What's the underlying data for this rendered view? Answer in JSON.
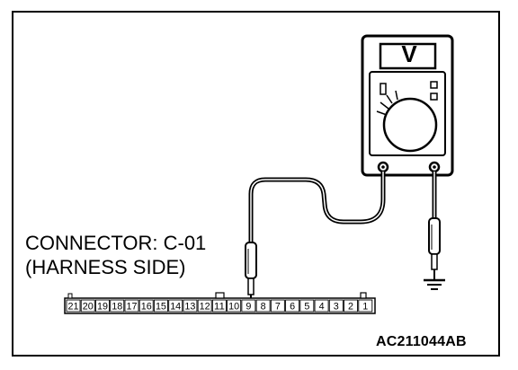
{
  "connector": {
    "label": "CONNECTOR: C-01",
    "side": "(HARNESS SIDE)",
    "pins": [
      "21",
      "20",
      "19",
      "18",
      "17",
      "16",
      "15",
      "14",
      "13",
      "12",
      "11",
      "10",
      "9",
      "8",
      "7",
      "6",
      "5",
      "4",
      "3",
      "2",
      "1"
    ],
    "probed_pin": "9"
  },
  "meter": {
    "mode_letter": "V"
  },
  "figure_id": "AC211044AB"
}
